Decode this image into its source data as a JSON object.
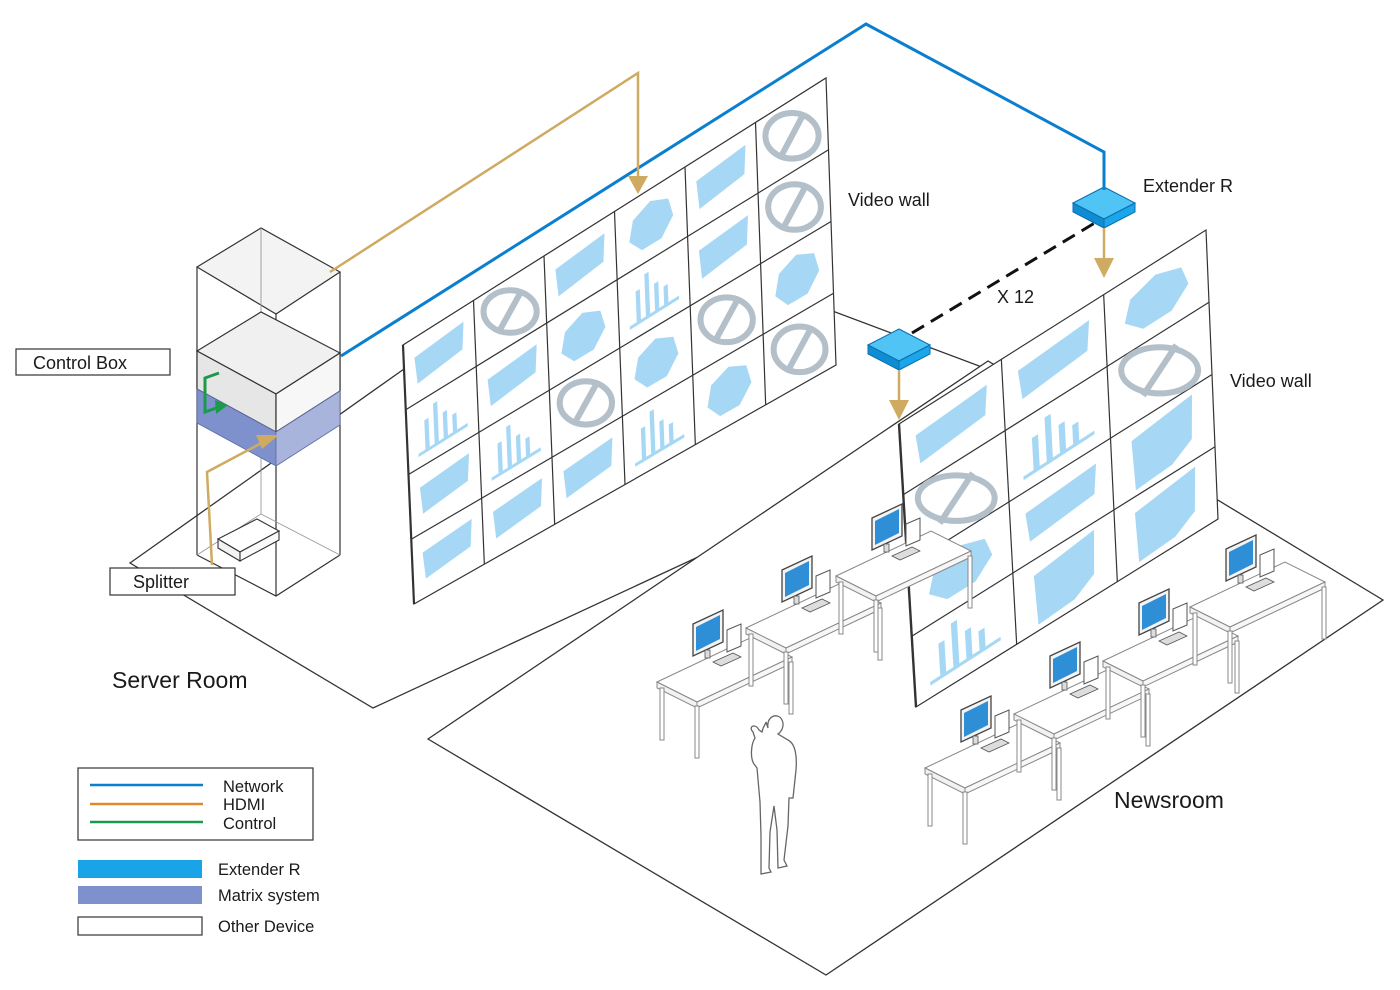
{
  "rooms": {
    "server_room": "Server Room",
    "newsroom": "Newsroom"
  },
  "labels": {
    "control_box": "Control Box",
    "splitter": "Splitter",
    "video_wall_left": "Video wall",
    "video_wall_right": "Video wall",
    "extender_top": "Extender R",
    "multiplier": "X 12"
  },
  "legend": {
    "lines": [
      {
        "label": "Network",
        "color": "#0a7fd0"
      },
      {
        "label": "HDMI",
        "color": "#e0892a"
      },
      {
        "label": "Control",
        "color": "#1b9a4b"
      }
    ],
    "devices": [
      {
        "label": "Extender R",
        "fill": "#19a4e8",
        "stroke": "#19a4e8"
      },
      {
        "label": "Matrix system",
        "fill": "#7f91cc",
        "stroke": "#7f91cc"
      },
      {
        "label": "Other Device",
        "fill": "#ffffff",
        "stroke": "#333333"
      }
    ]
  },
  "colors": {
    "network": "#0a7fd0",
    "hdmi": "#cfab62",
    "control": "#1b9a4b",
    "extender": "#19a4e8",
    "matrix": "#7f91cc",
    "screen_shape": "#a6d8f5",
    "screen_stop": "#b3bfc9"
  },
  "walls": {
    "left": [
      "parallelogram",
      "stop",
      "parallelogram",
      "octagon",
      "parallelogram",
      "stop",
      "bars",
      "parallelogram",
      "octagon",
      "bars",
      "parallelogram",
      "stop",
      "parallelogram",
      "bars",
      "stop",
      "octagon",
      "stop",
      "octagon",
      "parallelogram",
      "parallelogram",
      "parallelogram",
      "bars",
      "octagon",
      "stop"
    ],
    "right": [
      "parallelogram",
      "parallelogram",
      "octagon",
      "stop",
      "bars",
      "stop",
      "octagon",
      "parallelogram",
      "polygon",
      "bars",
      "polygon",
      "polygon"
    ]
  }
}
